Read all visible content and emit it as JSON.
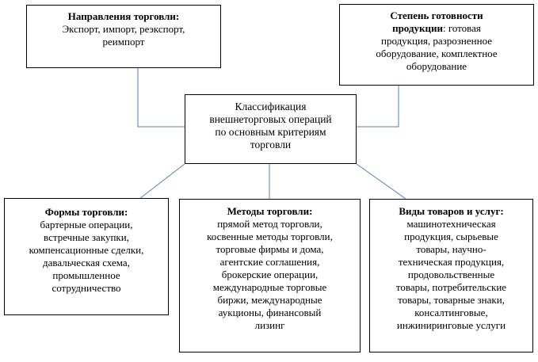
{
  "colors": {
    "connector": "#4f81bd",
    "border": "#000000",
    "background": "#ffffff"
  },
  "center": {
    "lines": [
      "Классификация",
      "внешнеторговых операций",
      "по основным критериям",
      "торговли"
    ]
  },
  "directions": {
    "heading": "Направления торговли:",
    "lines": [
      "Экспорт, импорт, реэкспорт,",
      "реимпорт"
    ]
  },
  "readiness": {
    "heading_line1": "Степень готовности",
    "heading_line2_bold": "продукции",
    "heading_line2_rest": ": готовая",
    "lines": [
      "продукция, разрозненное",
      "оборудование, комплектное",
      "оборудование"
    ]
  },
  "forms": {
    "heading": "Формы торговли:",
    "lines": [
      "бартерные операции,",
      "встречные закупки,",
      "компенсационные сделки,",
      "давальческая схема,",
      "промышленное",
      "сотрудничество"
    ]
  },
  "methods": {
    "heading": "Методы торговли:",
    "lines": [
      "прямой метод торговли,",
      "косвенные методы торговли,",
      "торговые фирмы и дома,",
      "агентские соглашения,",
      "брокерские операции,",
      "международные торговые",
      "биржи, международные",
      "аукционы, финансовый",
      "лизинг"
    ]
  },
  "goods": {
    "heading": "Виды товаров и услуг:",
    "lines": [
      "машинотехническая",
      "продукция, сырьевые",
      "товары, научно-",
      "техническая продукция,",
      "продовольственные",
      "товары, потребительские",
      "товары,  товарные знаки,",
      "консалтинговые,",
      "инжиниринговые услуги"
    ]
  }
}
